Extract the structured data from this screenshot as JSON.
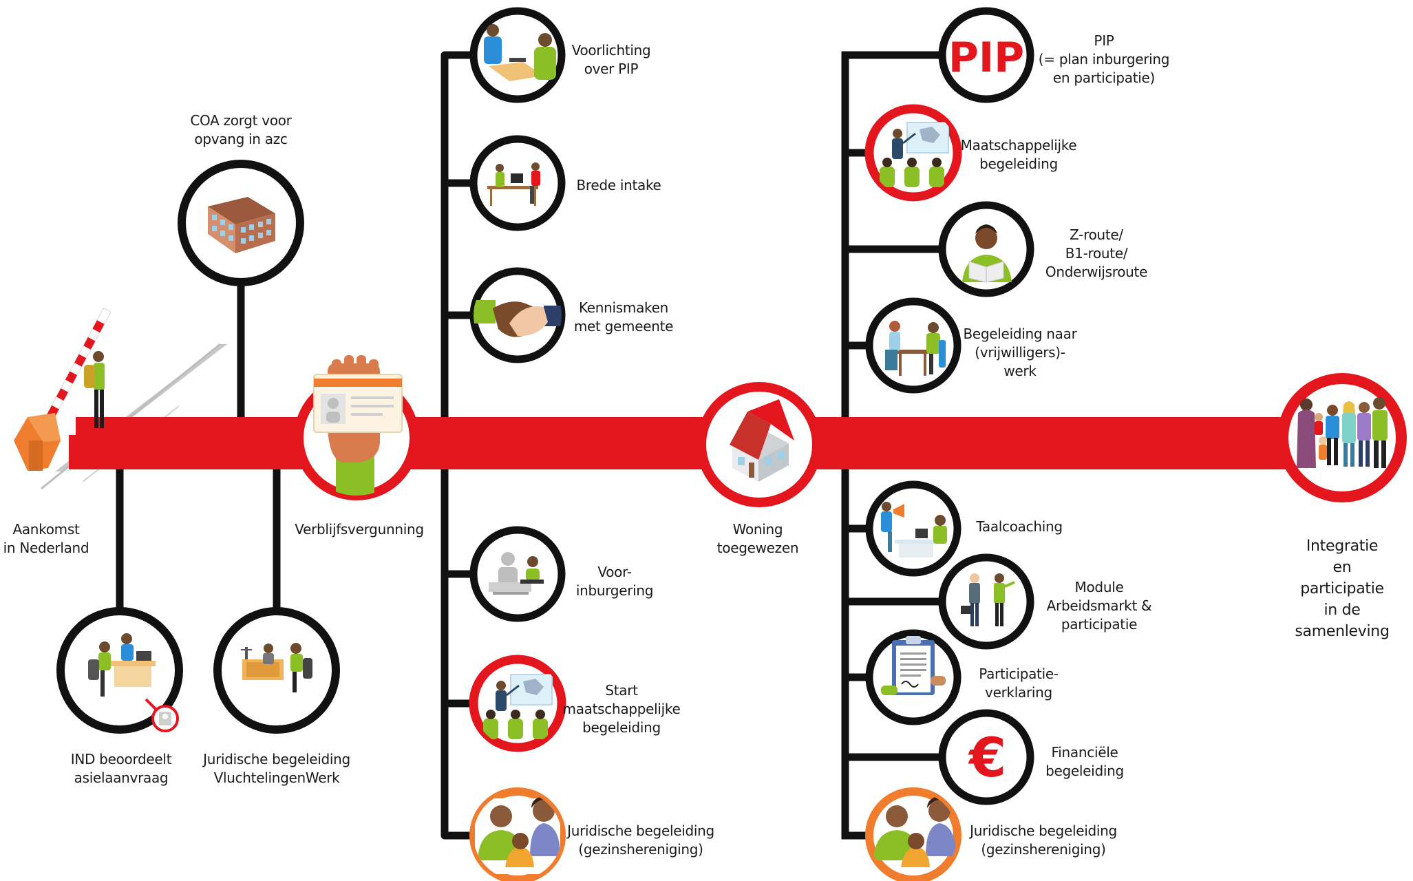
{
  "colors": {
    "red": "#e3161d",
    "black": "#111111",
    "orange": "#f07d2e",
    "green": "#8cbf26"
  },
  "main_line": {
    "start": {
      "label": "Aankomst\nin Nederland",
      "icon": "border-barrier-icon"
    },
    "permit": {
      "label": "Verblijfsvergunning",
      "icon": "residence-permit-card-icon"
    },
    "housing": {
      "label": "Woning\ntoegewezen",
      "icon": "house-icon"
    },
    "end": {
      "label": "Integratie en\nparticipatie in de\nsamenleving",
      "icon": "community-group-icon"
    }
  },
  "asylum_phase": [
    {
      "label": "COA zorgt voor\nopvang in azc",
      "icon": "azc-building-icon"
    },
    {
      "label": "IND beoordeelt\nasielaanvraag",
      "icon": "ind-interview-icon"
    },
    {
      "label": "Juridische begeleiding\nVluchtelingenWerk",
      "icon": "legal-counsel-icon"
    }
  ],
  "after_permit": {
    "above": [
      {
        "label": "Voorlichting\nover PIP",
        "icon": "information-meeting-icon"
      },
      {
        "label": "Brede intake",
        "icon": "intake-desk-icon"
      },
      {
        "label": "Kennismaken\nmet gemeente",
        "icon": "handshake-icon"
      }
    ],
    "below": [
      {
        "label": "Voor-\ninburgering",
        "icon": "computer-course-icon"
      },
      {
        "label": "Start\nmaatschappelijke\nbegeleiding",
        "icon": "presentation-class-icon"
      },
      {
        "label": "Juridische begeleiding\n(gezinshereniging)",
        "icon": "family-icon"
      }
    ]
  },
  "after_housing": {
    "above": [
      {
        "label": "PIP\n(= plan inburgering\nen participatie)",
        "icon": "pip-text-icon",
        "icon_text": "PIP"
      },
      {
        "label": "Maatschappelijke\nbegeleiding",
        "icon": "presentation-class-icon"
      },
      {
        "label": "Z-route/\nB1-route/\nOnderwijsroute",
        "icon": "reading-student-icon"
      },
      {
        "label": "Begeleiding naar\n(vrijwilligers)-\nwerk",
        "icon": "job-interview-icon"
      }
    ],
    "below": [
      {
        "label": "Taalcoaching",
        "icon": "language-coach-icon"
      },
      {
        "label": "Module\nArbeidsmarkt &\nparticipatie",
        "icon": "labour-market-icon"
      },
      {
        "label": "Participatie-\nverklaring",
        "icon": "signed-document-icon"
      },
      {
        "label": "Financiële\nbegeleiding",
        "icon": "euro-icon",
        "icon_text": "€"
      },
      {
        "label": "Juridische begeleiding\n(gezinshereniging)",
        "icon": "family-icon"
      }
    ]
  }
}
